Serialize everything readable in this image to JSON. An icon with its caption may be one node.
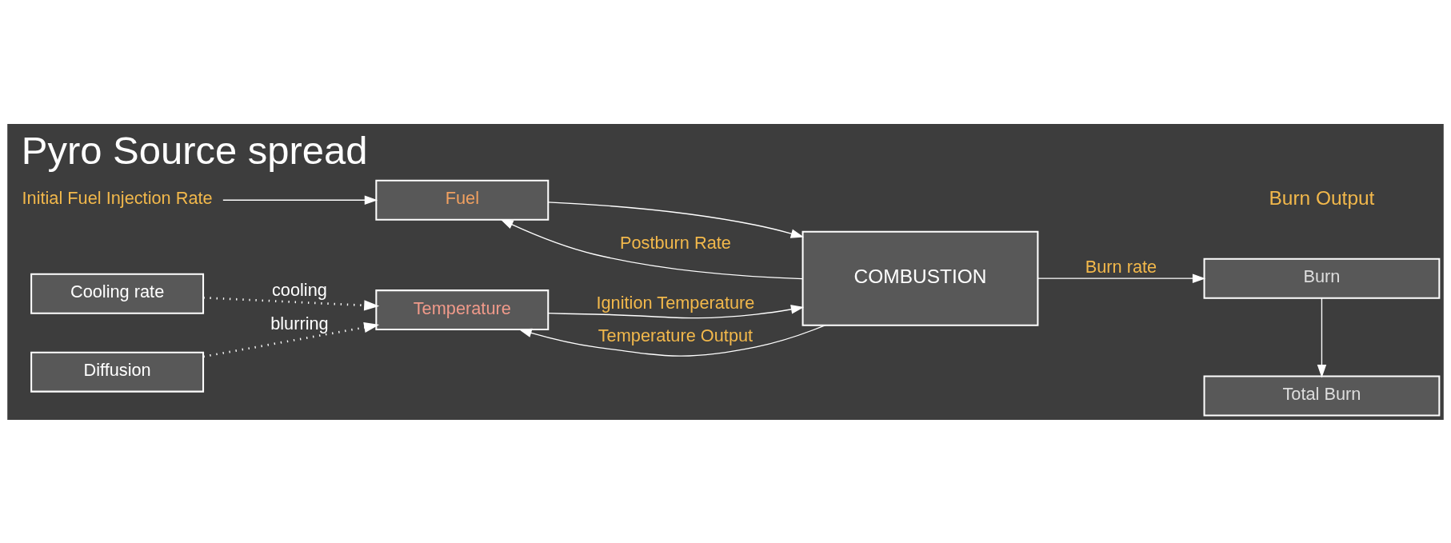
{
  "diagram": {
    "title": "Pyro Source spread",
    "nodes": [
      {
        "text": [
          "Initial Fuel Injection Rate"
        ]
      },
      {
        "text": [
          "Fuel"
        ]
      },
      {
        "text": [
          "Temperature"
        ]
      },
      {
        "text": [
          "Cooling rate"
        ]
      },
      {
        "text": [
          "Diffusion"
        ]
      },
      {
        "text": [
          "COMBUSTION"
        ]
      },
      {
        "text": [
          "Burn"
        ]
      },
      {
        "text": [
          "Total Burn"
        ]
      }
    ],
    "edges": [
      {
        "from": 0,
        "to": 1,
        "arrow": "to"
      },
      {
        "from": 3,
        "to": 2,
        "arrow": "to",
        "label": "cooling",
        "style": "dashed"
      },
      {
        "from": 4,
        "to": 2,
        "arrow": "to",
        "label": "blurring",
        "style": "dashed"
      },
      {
        "from": 1,
        "to": 5,
        "arrow": "to"
      },
      {
        "from": 2,
        "to": 5,
        "arrow": "to",
        "label": "Ignition Temperature"
      },
      {
        "from": 5,
        "to": 1,
        "arrow": "to",
        "label": "Postburn Rate"
      },
      {
        "from": 5,
        "to": 2,
        "arrow": "to",
        "label": "Temperature Output"
      },
      {
        "from": 5,
        "to": 6,
        "arrow": "to",
        "label": "Burn rate"
      },
      {
        "from": 6,
        "to": 7,
        "arrow": "to"
      }
    ],
    "labels": [
      "Burn Output"
    ]
  }
}
